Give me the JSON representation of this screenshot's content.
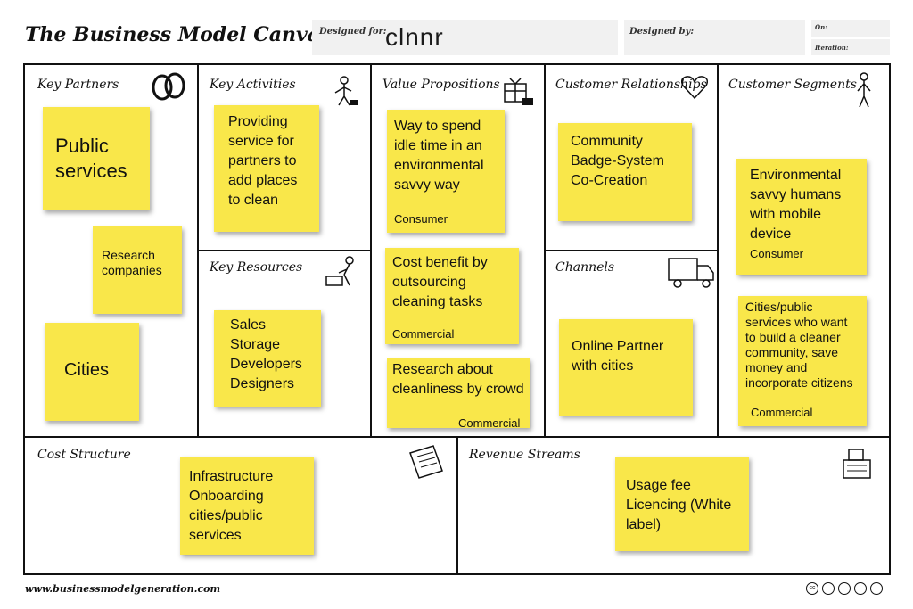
{
  "header": {
    "title": "The Business Model Canvas",
    "designed_for_label": "Designed for:",
    "designed_for_value": "clnnr",
    "designed_by_label": "Designed by:",
    "on_label": "On:",
    "iteration_label": "Iteration:"
  },
  "blocks": {
    "key_partners": "Key Partners",
    "key_activities": "Key Activities",
    "key_resources": "Key Resources",
    "value_propositions": "Value Propositions",
    "customer_relationships": "Customer Relationships",
    "channels": "Channels",
    "customer_segments": "Customer Segments",
    "cost_structure": "Cost Structure",
    "revenue_streams": "Revenue Streams"
  },
  "notes": {
    "public_services": "Public services",
    "research_companies": "Research companies",
    "cities": "Cities",
    "providing_service": "Providing service for partners to add places to clean",
    "sales_storage": "Sales Storage Developers Designers",
    "way_to_spend": "Way to spend idle time in an environmental savvy way",
    "way_to_spend_tag": "Consumer",
    "cost_benefit": "Cost benefit by outsourcing cleaning tasks",
    "cost_benefit_tag": "Commercial",
    "research_cleanliness": "Research about cleanliness by crowd",
    "research_cleanliness_tag": "Commercial",
    "community": "Community Badge-System Co-Creation",
    "online": "Online Partner with cities",
    "env_humans": "Environmental savvy humans with mobile device",
    "env_humans_tag": "Consumer",
    "cities_public": "Cities/public services who want to build a cleaner community, save money and incorporate citizens",
    "cities_public_tag": "Commercial",
    "infrastructure": "Infrastructure Onboarding cities/public services",
    "usage_fee": "Usage fee Licencing (White label)"
  },
  "footer": {
    "url": "www.businessmodelgeneration.com"
  },
  "colors": {
    "sticky_note": "#f9e74a",
    "border": "#111111",
    "header_box": "#f1f1f1"
  }
}
